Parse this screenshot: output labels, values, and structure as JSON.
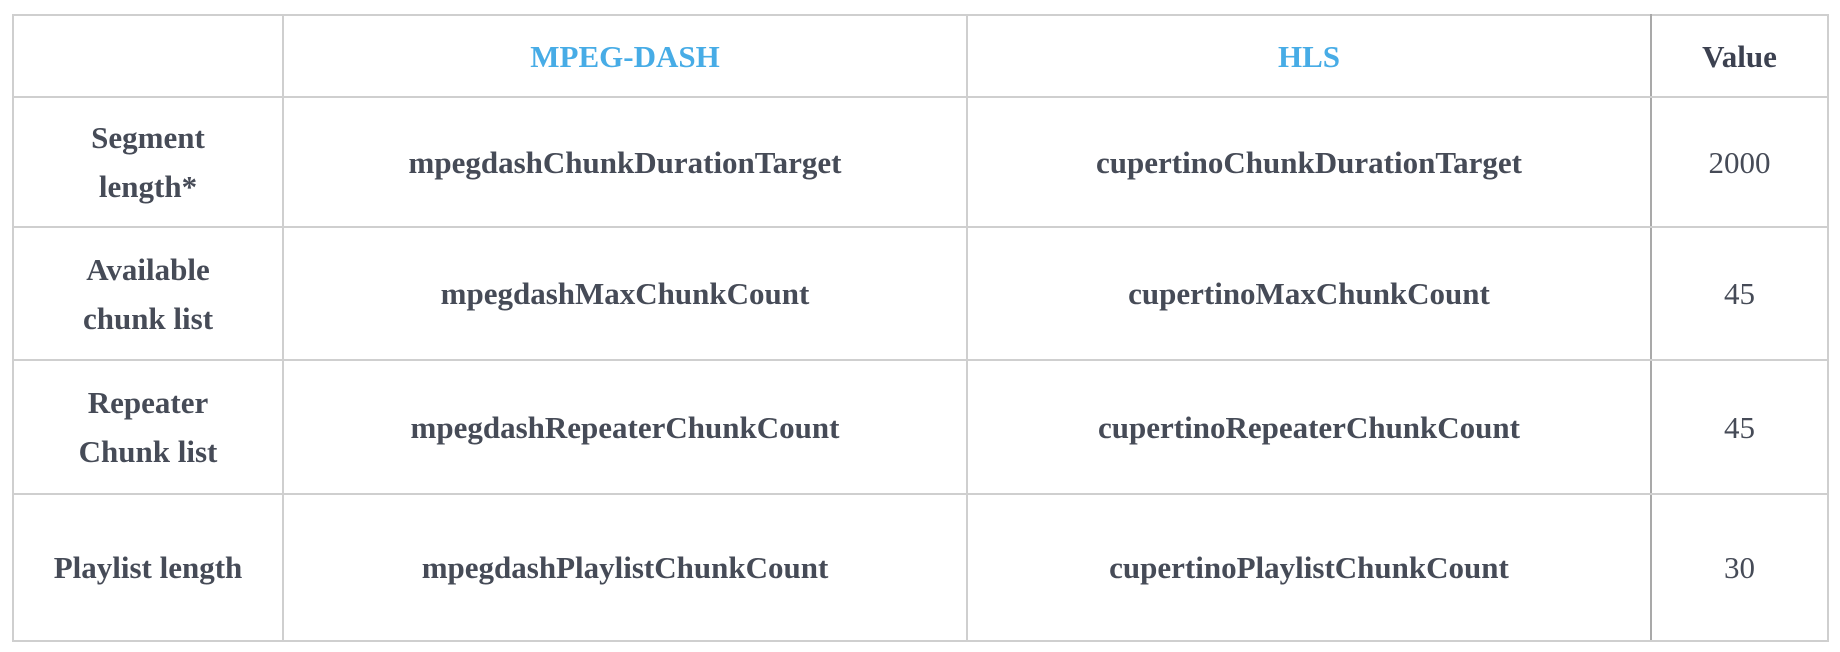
{
  "headers": {
    "blank": "",
    "dash": "MPEG-DASH",
    "hls": "HLS",
    "value": "Value"
  },
  "rows": [
    {
      "label": "Segment length*",
      "dash": "mpegdashChunkDurationTarget",
      "hls": "cupertinoChunkDurationTarget",
      "value": "2000"
    },
    {
      "label": "Available chunk list",
      "dash": "mpegdashMaxChunkCount",
      "hls": "cupertinoMaxChunkCount",
      "value": "45"
    },
    {
      "label": "Repeater Chunk list",
      "dash": "mpegdashRepeaterChunkCount",
      "hls": "cupertinoRepeaterChunkCount",
      "value": "45"
    },
    {
      "label": "Playlist length",
      "dash": "mpegdashPlaylistChunkCount",
      "hls": "cupertinoPlaylistChunkCount",
      "value": "30"
    }
  ]
}
